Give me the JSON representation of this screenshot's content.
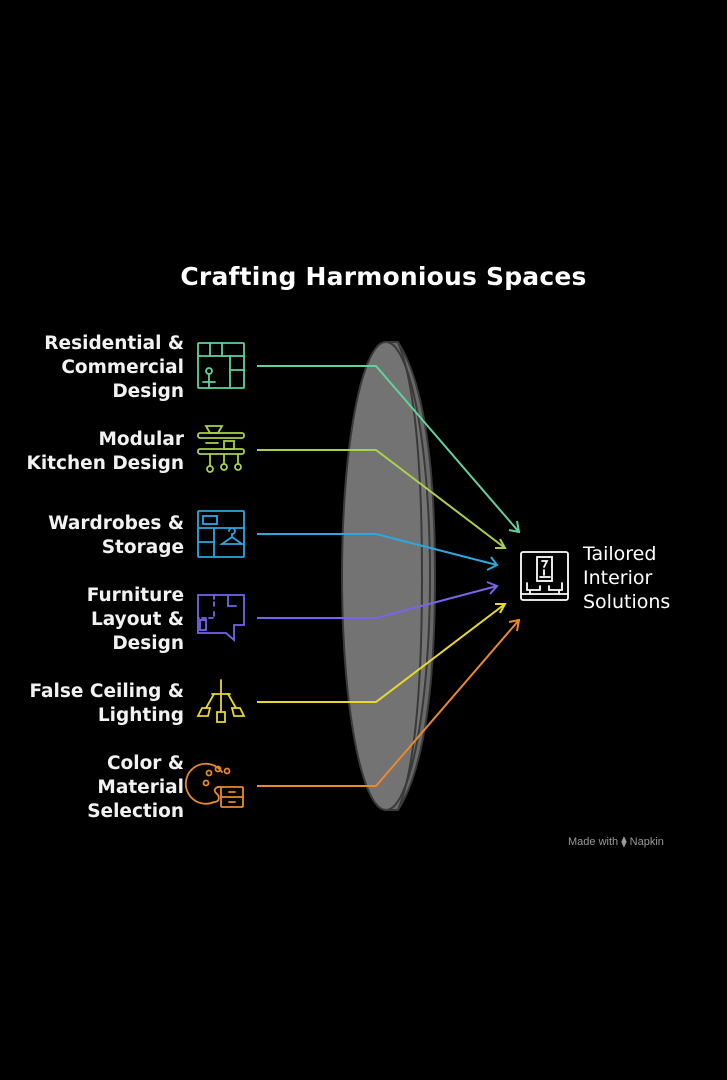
{
  "title": "Crafting Harmonious Spaces",
  "inputs": [
    {
      "lines": [
        "Residential &",
        "Commercial",
        "Design"
      ],
      "icon": "floorplan-icon",
      "color": "#5fd39b"
    },
    {
      "lines": [
        "Modular",
        "Kitchen Design"
      ],
      "icon": "kitchen-icon",
      "color": "#a8d14a"
    },
    {
      "lines": [
        "Wardrobes &",
        "Storage"
      ],
      "icon": "wardrobe-icon",
      "color": "#2aa8e0"
    },
    {
      "lines": [
        "Furniture",
        "Layout &",
        "Design"
      ],
      "icon": "furniture-layout-icon",
      "color": "#7a63e8"
    },
    {
      "lines": [
        "False Ceiling &",
        "Lighting"
      ],
      "icon": "chandelier-icon",
      "color": "#e8d82a"
    },
    {
      "lines": [
        "Color &",
        "Material",
        "Selection"
      ],
      "icon": "palette-icon",
      "color": "#e8892a"
    }
  ],
  "output": {
    "lines": [
      "Tailored",
      "Interior",
      "Solutions"
    ],
    "icon": "interior-icon",
    "color": "#ffffff"
  },
  "footer": "Made with ⧫ Napkin"
}
